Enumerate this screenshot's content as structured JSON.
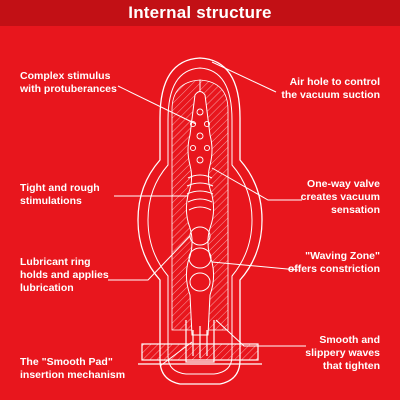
{
  "header": {
    "title": "Internal structure"
  },
  "callouts": {
    "complex_stimulus": "Complex stimulus\nwith protuberances",
    "tight_rough": "Tight and rough\nstimulations",
    "lubricant_ring": "Lubricant ring\nholds and applies\nlubrication",
    "smooth_pad": "The \"Smooth Pad\"\ninsertion mechanism",
    "air_hole": "Air hole to control\nthe vacuum suction",
    "one_way_valve": "One-way valve\ncreates vacuum\nsensation",
    "waving_zone": "\"Waving Zone\"\noffers constriction",
    "smooth_waves": "Smooth and\nslippery waves\nthat tighten"
  },
  "colors": {
    "background": "#e8161d",
    "header": "#c21015",
    "line": "#ffffff"
  }
}
